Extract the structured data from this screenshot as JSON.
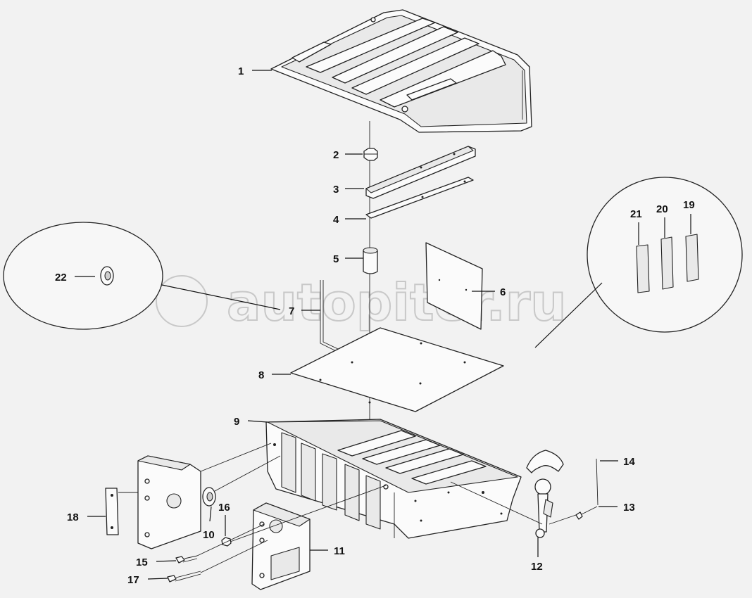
{
  "watermark": "autopiter.ru",
  "callouts": {
    "c1": "1",
    "c2": "2",
    "c3": "3",
    "c4": "4",
    "c5": "5",
    "c6": "6",
    "c7": "7",
    "c8": "8",
    "c9": "9",
    "c10": "10",
    "c11": "11",
    "c12": "12",
    "c13": "13",
    "c14": "14",
    "c15": "15",
    "c16": "16",
    "c17": "17",
    "c18": "18",
    "c19": "19",
    "c20": "20",
    "c21": "21",
    "c22": "22"
  }
}
